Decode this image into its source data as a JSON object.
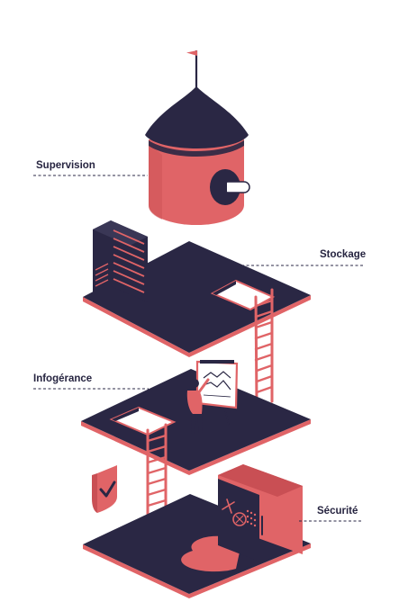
{
  "labels": {
    "supervision": "Supervision",
    "stockage": "Stockage",
    "infogerance": "Infogérance",
    "securite": "Sécurité"
  },
  "colors": {
    "navy": "#2a2744",
    "coral": "#e06467",
    "coral_dark": "#c94f54",
    "white": "#ffffff"
  },
  "icons": {
    "flag": "flag-icon",
    "shield": "shield-check-icon",
    "server": "server-rack-icon",
    "safe": "safe-icon",
    "presenter": "presenter-icon",
    "ladder": "ladder-icon"
  }
}
